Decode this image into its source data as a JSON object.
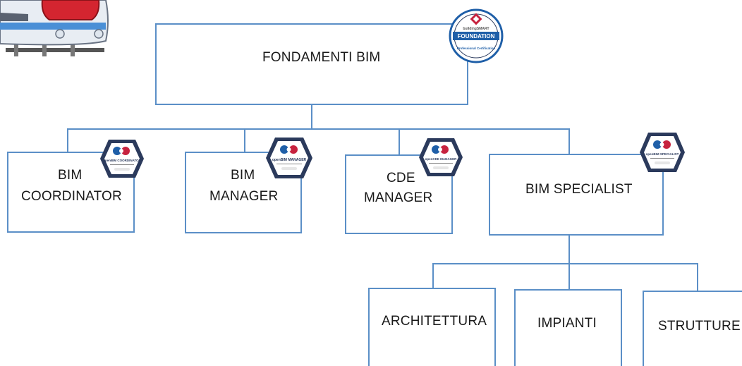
{
  "diagram": {
    "root": {
      "label": "FONDAMENTI BIM",
      "badge_text": "FOUNDATION",
      "badge_org": "buildingSMART",
      "badge_sub": "Professional Certification"
    },
    "level1": [
      {
        "line1": "BIM",
        "line2": "COORDINATOR",
        "badge_text": "openBIM COORDINATOR"
      },
      {
        "line1": "BIM",
        "line2": "MANAGER",
        "badge_text": "openBIM MANAGER"
      },
      {
        "line1": "CDE",
        "line2": "MANAGER",
        "badge_text": "openCDE MANAGER"
      },
      {
        "line1": "BIM SPECIALIST",
        "badge_text": "openBIM SPECIALIST"
      }
    ],
    "level2": [
      {
        "label": "ARCHITETTURA"
      },
      {
        "label": "IMPIANTI"
      },
      {
        "label": "STRUTTURE"
      }
    ]
  },
  "colors": {
    "connector": "#5b8fc7",
    "badge_dark": "#2b3a5c",
    "badge_blue": "#1f5fa8",
    "accent_red": "#c7233f",
    "train_red": "#d42530"
  }
}
